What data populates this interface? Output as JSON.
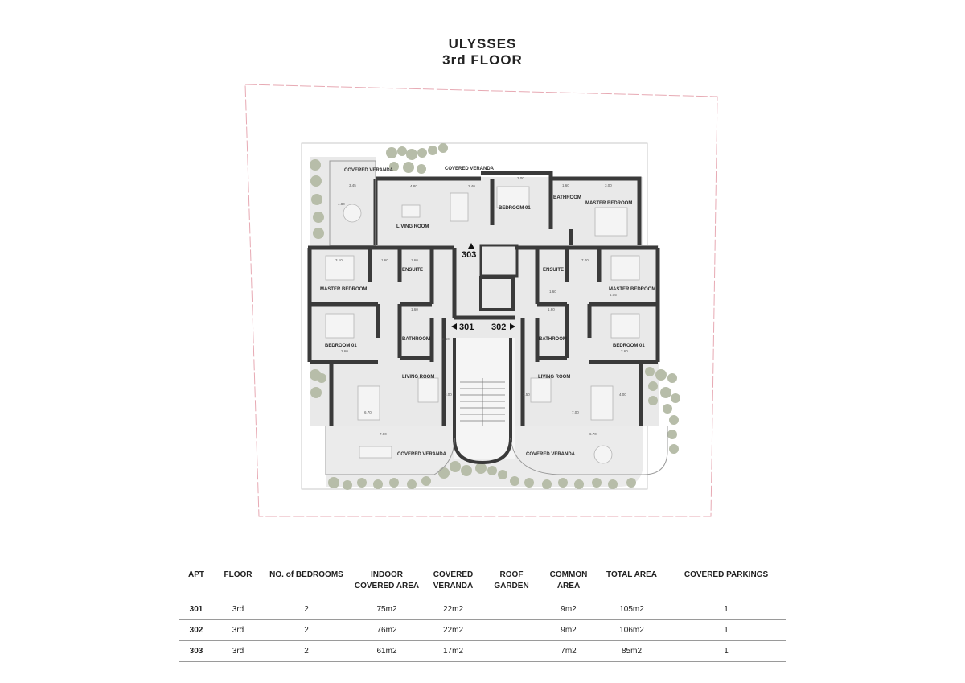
{
  "header": {
    "line1": "ULYSSES",
    "line2": "3rd FLOOR"
  },
  "plan": {
    "rooms": {
      "covered_veranda_nw": "COVERED VERANDA",
      "covered_veranda_n": "COVERED VERANDA",
      "living_room_303": "LIVING ROOM",
      "bedroom01_303": "BEDROOM 01",
      "bathroom_303": "BATHROOM",
      "master_303": "MASTER BEDROOM",
      "ensuite_301": "ENSUITE",
      "master_301": "MASTER BEDROOM",
      "bedroom01_301": "BEDROOM 01",
      "bathroom_301": "BATHROOM",
      "living_room_301": "LIVING ROOM",
      "covered_veranda_301": "COVERED VERANDA",
      "ensuite_302": "ENSUITE",
      "master_302": "MASTER BEDROOM",
      "bedroom01_302": "BEDROOM 01",
      "bathroom_302": "BATHROOM",
      "living_room_302": "LIVING ROOM",
      "covered_veranda_302": "COVERED VERANDA"
    },
    "apartments": {
      "a301": "301",
      "a302": "302",
      "a303": "303"
    },
    "dimensions": {
      "d1": "3.45",
      "d2": "4.80",
      "d3": "4.80",
      "d4": "2.40",
      "d5": "3.00",
      "d6": "1.60",
      "d7": "3.00",
      "d8": "3.10",
      "d9": "1.60",
      "d10": "1.60",
      "d11": "2.60",
      "d12": "1.60",
      "d13": "6.70",
      "d14": "7.00",
      "d15": "1.60",
      "d16": "4.05",
      "d17": "1.60",
      "d18": "2.60",
      "d19": "7.00",
      "d20": "6.70",
      "d21": "7.00",
      "d22": "2.60",
      "d23": "3.00",
      "d24": "3.50",
      "d25": "4.00"
    }
  },
  "table": {
    "headers": [
      [
        "APT"
      ],
      [
        "FLOOR"
      ],
      [
        "NO. of BEDROOMS"
      ],
      [
        "INDOOR",
        "COVERED AREA"
      ],
      [
        "COVERED",
        "VERANDA"
      ],
      [
        "ROOF",
        "GARDEN"
      ],
      [
        "COMMON",
        "AREA"
      ],
      [
        "TOTAL AREA"
      ],
      [
        "COVERED PARKINGS"
      ]
    ],
    "rows": [
      [
        "301",
        "3rd",
        "2",
        "75m2",
        "22m2",
        "",
        "9m2",
        "105m2",
        "1"
      ],
      [
        "302",
        "3rd",
        "2",
        "76m2",
        "22m2",
        "",
        "9m2",
        "106m2",
        "1"
      ],
      [
        "303",
        "3rd",
        "2",
        "61m2",
        "17m2",
        "",
        "7m2",
        "85m2",
        "1"
      ]
    ]
  }
}
